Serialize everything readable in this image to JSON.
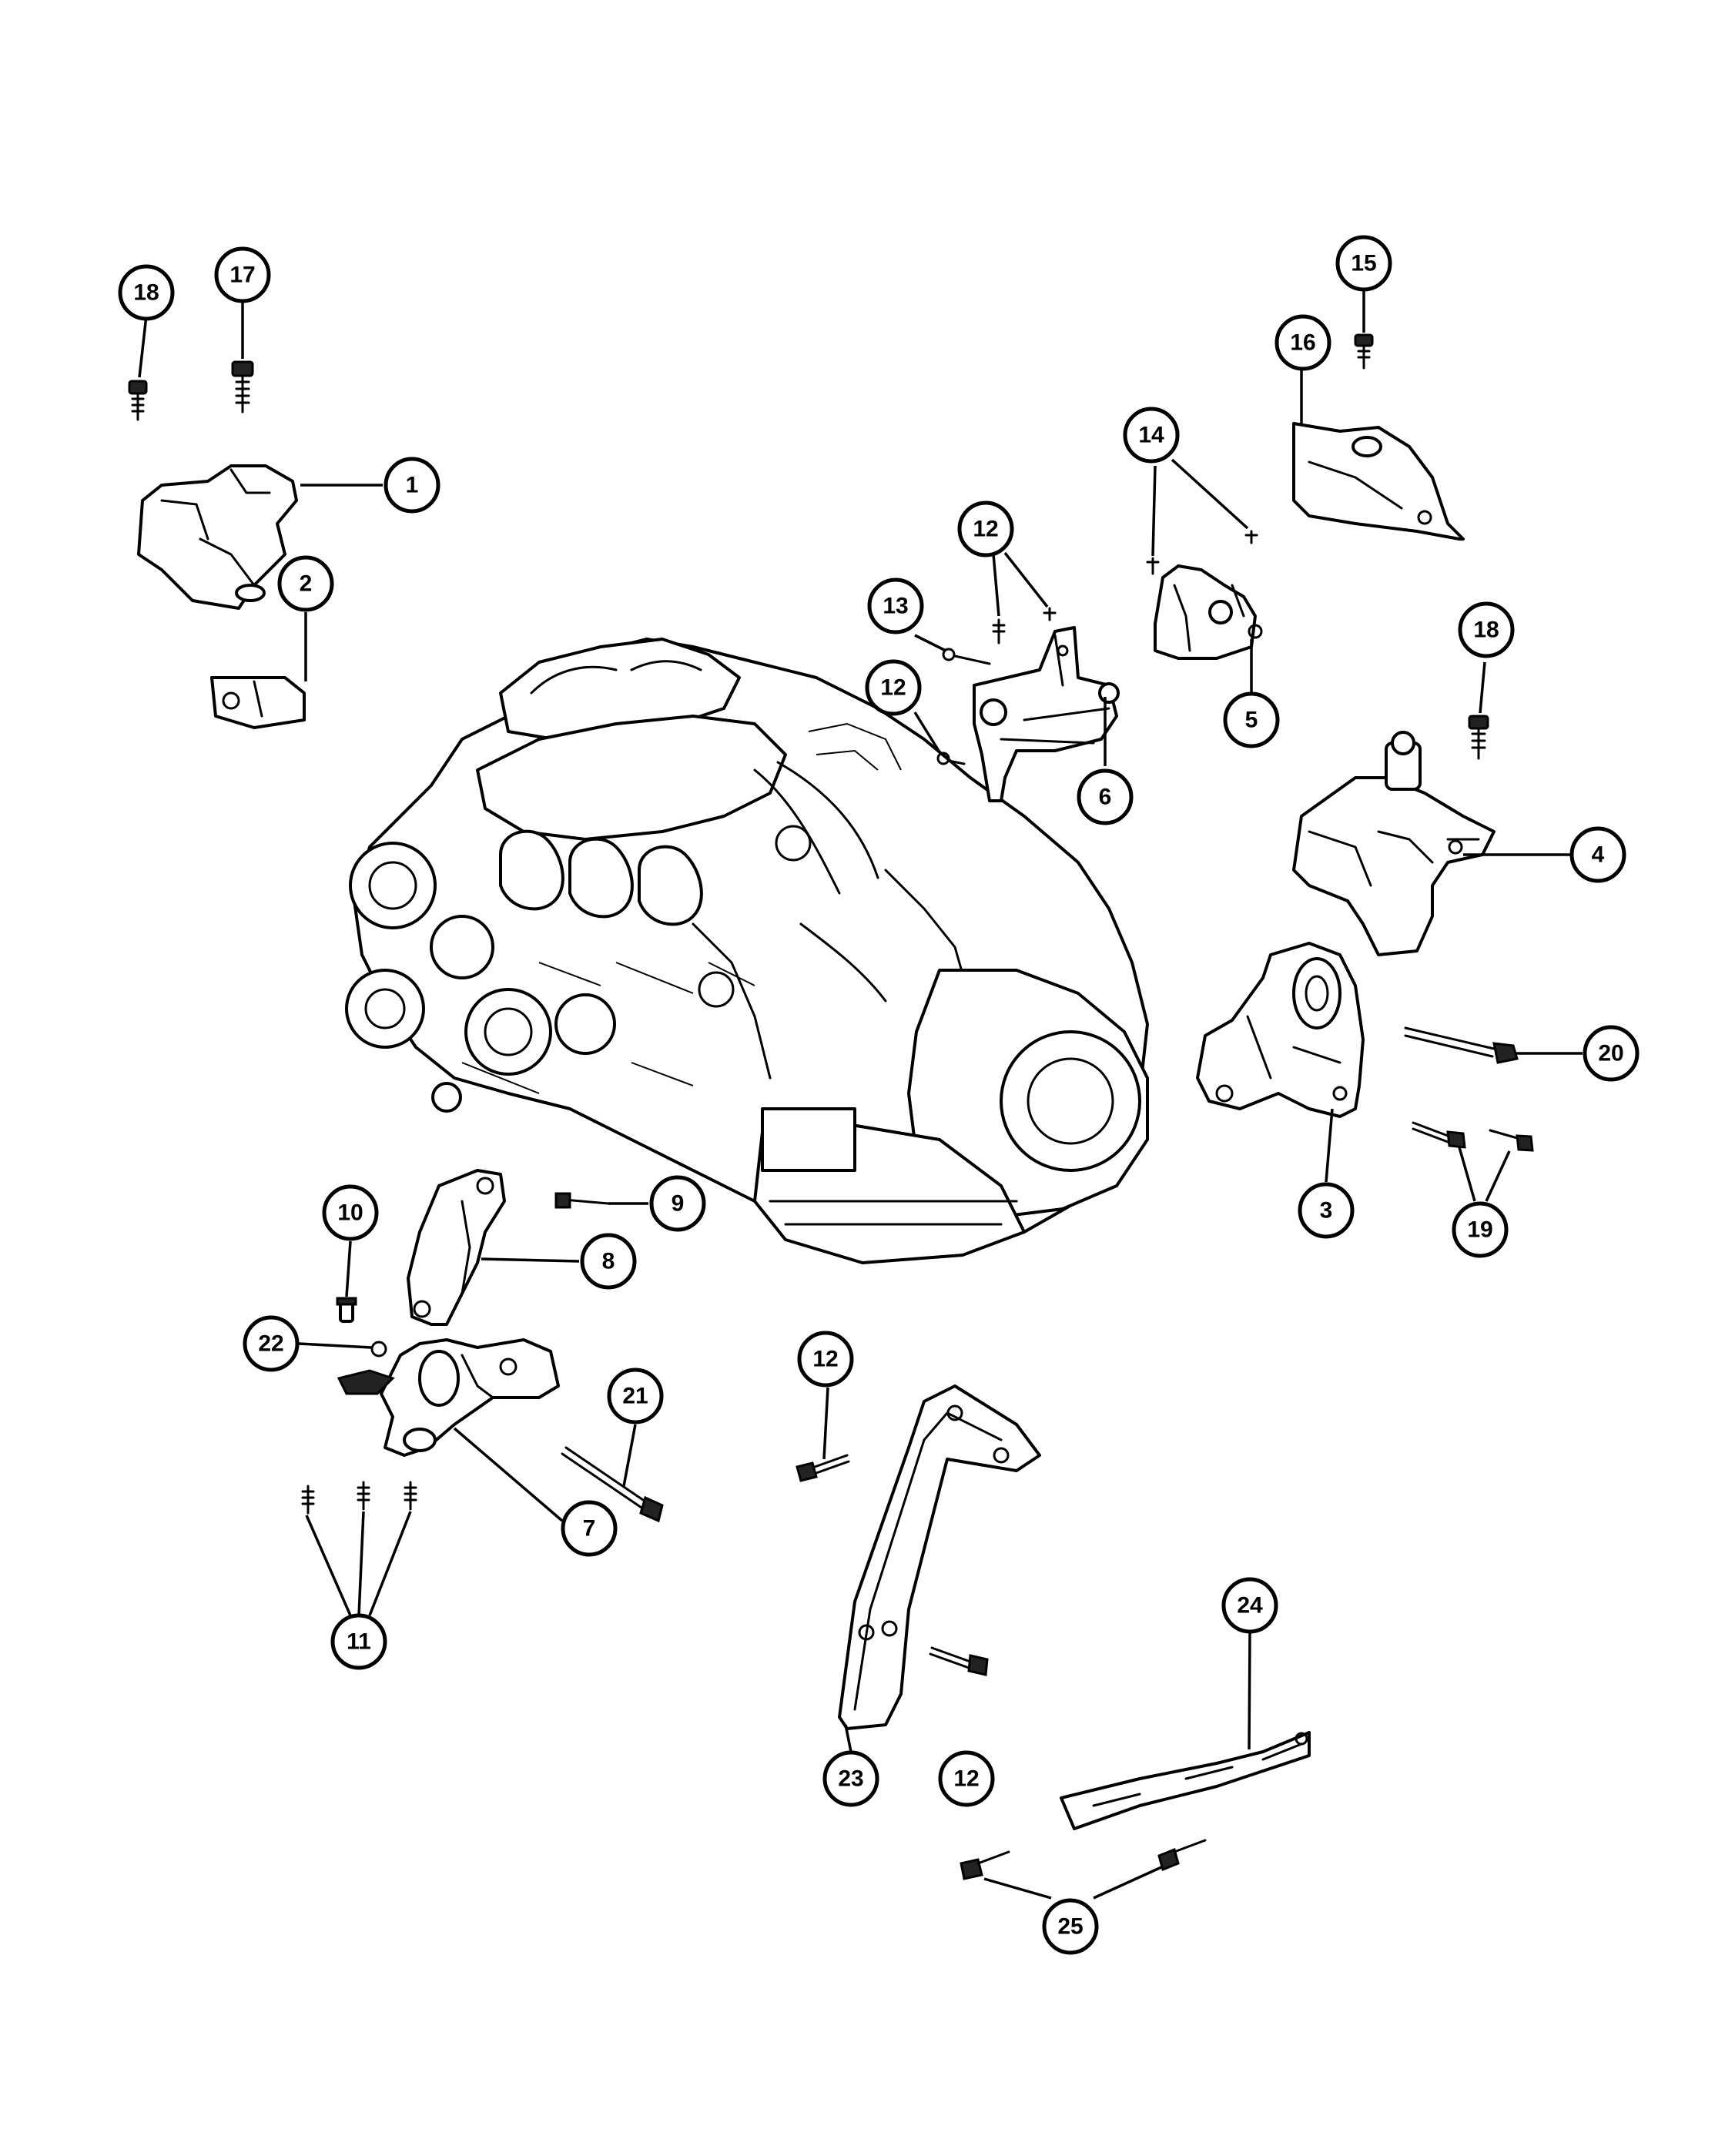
{
  "callouts": [
    {
      "id": "c18a",
      "number": "18"
    },
    {
      "id": "c17",
      "number": "17"
    },
    {
      "id": "c1",
      "number": "1"
    },
    {
      "id": "c2",
      "number": "2"
    },
    {
      "id": "c15",
      "number": "15"
    },
    {
      "id": "c16",
      "number": "16"
    },
    {
      "id": "c14",
      "number": "14"
    },
    {
      "id": "c12a",
      "number": "12"
    },
    {
      "id": "c13",
      "number": "13"
    },
    {
      "id": "c12b",
      "number": "12"
    },
    {
      "id": "c5",
      "number": "5"
    },
    {
      "id": "c6",
      "number": "6"
    },
    {
      "id": "c18b",
      "number": "18"
    },
    {
      "id": "c4",
      "number": "4"
    },
    {
      "id": "c20",
      "number": "20"
    },
    {
      "id": "c3",
      "number": "3"
    },
    {
      "id": "c19",
      "number": "19"
    },
    {
      "id": "c9",
      "number": "9"
    },
    {
      "id": "c10",
      "number": "10"
    },
    {
      "id": "c8",
      "number": "8"
    },
    {
      "id": "c22",
      "number": "22"
    },
    {
      "id": "c21",
      "number": "21"
    },
    {
      "id": "c7",
      "number": "7"
    },
    {
      "id": "c11",
      "number": "11"
    },
    {
      "id": "c12c",
      "number": "12"
    },
    {
      "id": "c23",
      "number": "23"
    },
    {
      "id": "c12d",
      "number": "12"
    },
    {
      "id": "c24",
      "number": "24"
    },
    {
      "id": "c25",
      "number": "25"
    }
  ]
}
